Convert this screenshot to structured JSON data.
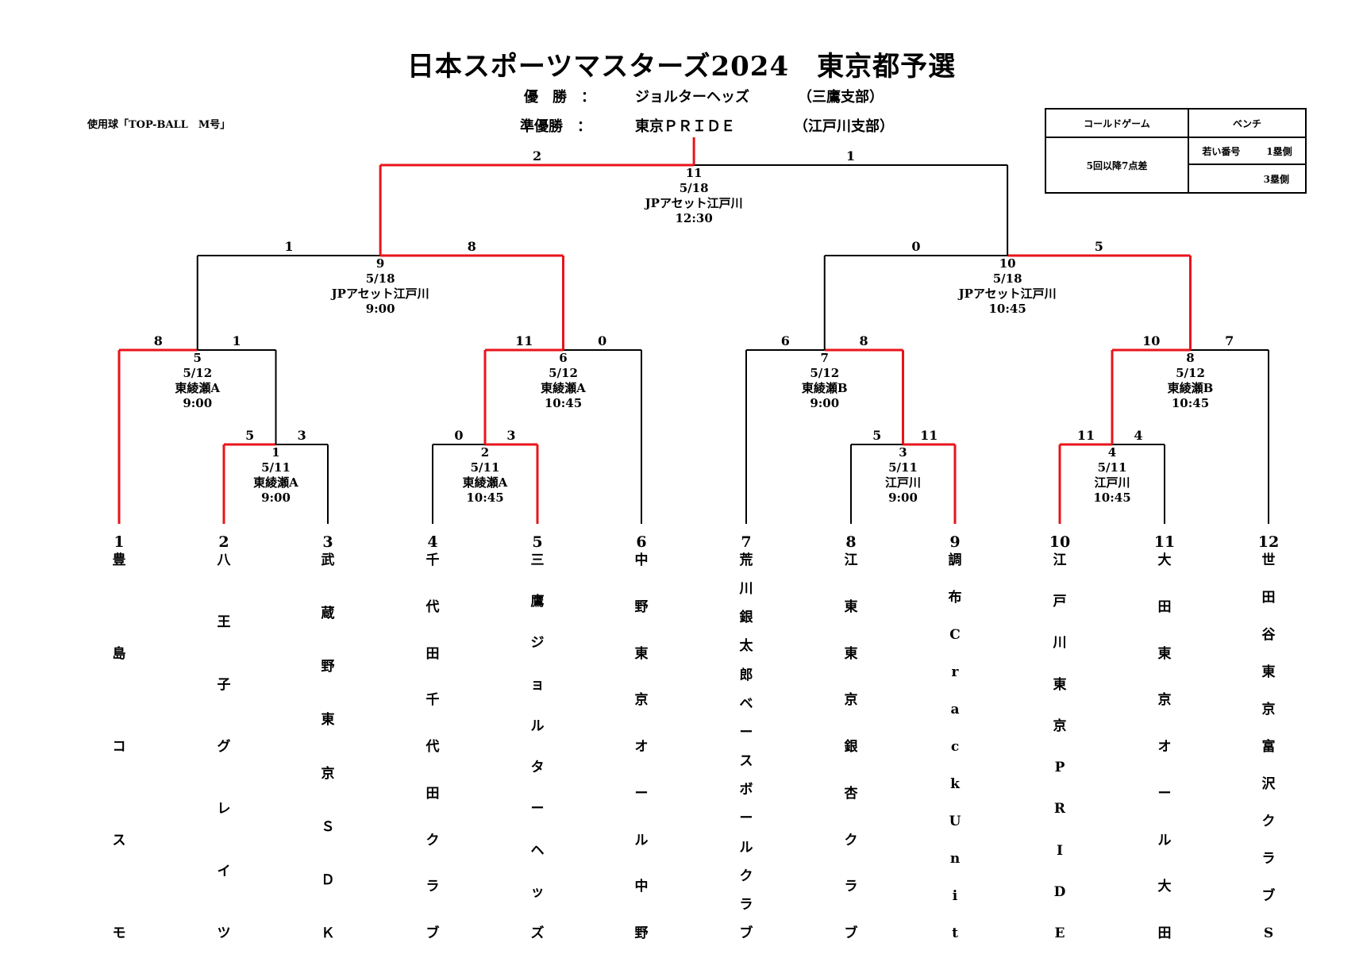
{
  "title": "日本スポーツマスターズ2024　東京都予選",
  "results": {
    "champion_label": "優　勝　：",
    "champion_team": "ジョルターヘッズ",
    "champion_branch": "（三鷹支部）",
    "runnerup_label": "準優勝　：",
    "runnerup_team": "東京ＰＲＩＤＥ",
    "runnerup_branch": "（江戸川支部）"
  },
  "ball_label": "使用球「TOP-BALL　M号」",
  "rules_table": {
    "col1_header": "コールドゲーム",
    "col2_header": "ベンチ",
    "cold_rule": "5回以降7点差",
    "bench_row1_a": "若い番号",
    "bench_row1_b": "1塁側",
    "bench_row2": "3塁側"
  },
  "teams": [
    {
      "num": "1",
      "name": "豊島コスモ"
    },
    {
      "num": "2",
      "name": "八王子グレイツ"
    },
    {
      "num": "3",
      "name": "武蔵野東京ＳＤＫ"
    },
    {
      "num": "4",
      "name": "千代田千代田クラブ"
    },
    {
      "num": "5",
      "name": "三鷹ジョルターヘッズ"
    },
    {
      "num": "6",
      "name": "中野東京オール中野"
    },
    {
      "num": "7",
      "name": "荒川銀太郎ベースボールクラブ"
    },
    {
      "num": "8",
      "name": "江東東京銀杏クラブ"
    },
    {
      "num": "9",
      "name": "調布Crack Unit"
    },
    {
      "num": "10",
      "name": "江戸川東京PRIDE"
    },
    {
      "num": "11",
      "name": "大田東京オール大田"
    },
    {
      "num": "12",
      "name": "世田谷東京富沢クラブS"
    }
  ],
  "games": [
    {
      "no": "1",
      "date": "5/11",
      "venue": "東綾瀬A",
      "time": "9:00",
      "score_left": "5",
      "score_right": "3",
      "winner": "left"
    },
    {
      "no": "2",
      "date": "5/11",
      "venue": "東綾瀬A",
      "time": "10:45",
      "score_left": "0",
      "score_right": "3",
      "winner": "right"
    },
    {
      "no": "3",
      "date": "5/11",
      "venue": "江戸川",
      "time": "9:00",
      "score_left": "5",
      "score_right": "11",
      "winner": "right"
    },
    {
      "no": "4",
      "date": "5/11",
      "venue": "江戸川",
      "time": "10:45",
      "score_left": "11",
      "score_right": "4",
      "winner": "left"
    },
    {
      "no": "5",
      "date": "5/12",
      "venue": "東綾瀬A",
      "time": "9:00",
      "score_left": "8",
      "score_right": "1",
      "winner": "left"
    },
    {
      "no": "6",
      "date": "5/12",
      "venue": "東綾瀬A",
      "time": "10:45",
      "score_left": "11",
      "score_right": "0",
      "winner": "left"
    },
    {
      "no": "7",
      "date": "5/12",
      "venue": "東綾瀬B",
      "time": "9:00",
      "score_left": "6",
      "score_right": "8",
      "winner": "right"
    },
    {
      "no": "8",
      "date": "5/12",
      "venue": "東綾瀬B",
      "time": "10:45",
      "score_left": "10",
      "score_right": "7",
      "winner": "left"
    },
    {
      "no": "9",
      "date": "5/18",
      "venue": "JPアセット江戸川",
      "time": "9:00",
      "score_left": "1",
      "score_right": "8",
      "winner": "right"
    },
    {
      "no": "10",
      "date": "5/18",
      "venue": "JPアセット江戸川",
      "time": "10:45",
      "score_left": "0",
      "score_right": "5",
      "winner": "right"
    },
    {
      "no": "11",
      "date": "5/18",
      "venue": "JPアセット江戸川",
      "time": "12:30",
      "score_left": "2",
      "score_right": "1",
      "winner": "left"
    }
  ],
  "colors": {
    "winner_line": "#e8141b",
    "line": "#000000"
  }
}
